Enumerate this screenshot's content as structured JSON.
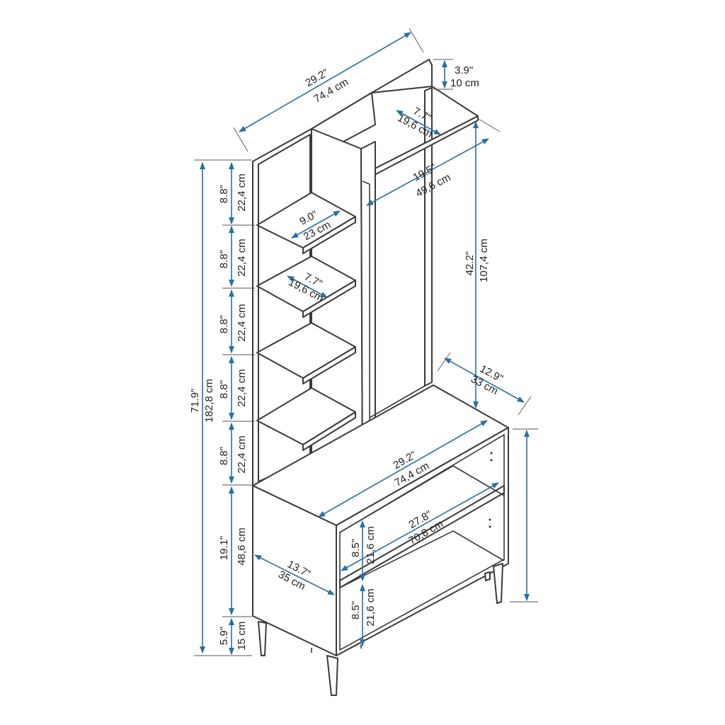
{
  "colors": {
    "dimension": "#2b6ea3",
    "outline": "#3a3a3a",
    "background": "#ffffff"
  },
  "dimensions": [
    {
      "id": "top-width",
      "inch": "29.2\"",
      "cm": "74,4 cm"
    },
    {
      "id": "back-panel-height",
      "inch": "3.9\"",
      "cm": "10 cm"
    },
    {
      "id": "top-shelf-depth",
      "inch": "7.7\"",
      "cm": "19,6 cm"
    },
    {
      "id": "upper-opening-width",
      "inch": "19.5\"",
      "cm": "49,6 cm"
    },
    {
      "id": "upper-opening-height",
      "inch": "42.2\"",
      "cm": "107,4 cm"
    },
    {
      "id": "cabinet-depth",
      "inch": "12.9\"",
      "cm": "33 cm"
    },
    {
      "id": "shelf-width",
      "inch": "9.0\"",
      "cm": "23 cm"
    },
    {
      "id": "shelf-depth",
      "inch": "7.7\"",
      "cm": "19,6 cm"
    },
    {
      "id": "shelf-gap-1",
      "inch": "8.8\"",
      "cm": "22,4 cm"
    },
    {
      "id": "shelf-gap-2",
      "inch": "8.8\"",
      "cm": "22,4 cm"
    },
    {
      "id": "shelf-gap-3",
      "inch": "8.8\"",
      "cm": "22,4 cm"
    },
    {
      "id": "shelf-gap-4",
      "inch": "8.8\"",
      "cm": "22,4 cm"
    },
    {
      "id": "shelf-gap-5",
      "inch": "8.8\"",
      "cm": "22,4 cm"
    },
    {
      "id": "total-height",
      "inch": "71.9\"",
      "cm": "182,8 cm"
    },
    {
      "id": "cabinet-height",
      "inch": "19.1\"",
      "cm": "48,6 cm"
    },
    {
      "id": "leg-height",
      "inch": "5.9\"",
      "cm": "15 cm"
    },
    {
      "id": "cabinet-width",
      "inch": "29.2\"",
      "cm": "74,4 cm"
    },
    {
      "id": "inner-width",
      "inch": "27.8\"",
      "cm": "70,8 cm"
    },
    {
      "id": "inner-upper-height",
      "inch": "8.5\"",
      "cm": "21,6 cm"
    },
    {
      "id": "inner-lower-height",
      "inch": "8.5\"",
      "cm": "21,6 cm"
    },
    {
      "id": "side-depth",
      "inch": "13.7\"",
      "cm": "35 cm"
    }
  ]
}
